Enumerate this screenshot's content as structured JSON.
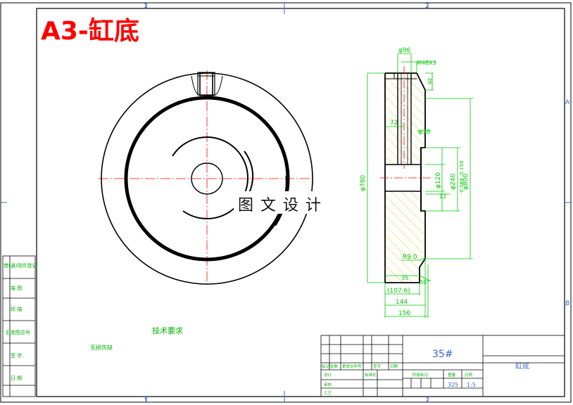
{
  "colors": {
    "line": "#000000",
    "center_line": "#ff0000",
    "dimension": "#00c800",
    "hatch": "#c8c800",
    "frame_blue": "#3c64c8",
    "title_red": "#ff0000",
    "watermark": "#111111"
  },
  "header": {
    "title": "A3-缸底"
  },
  "zone_markers": {
    "col_1": "1",
    "col_2": "2",
    "row_a": "A",
    "row_b": "B"
  },
  "watermark": {
    "text": "图文设计"
  },
  "dimensions": {
    "d96": "φ96",
    "m48": "M48X3",
    "d36v": "36",
    "d72": "72",
    "d38": "φ38",
    "d780": "φ780",
    "d120": "φ120",
    "d240": "φ240",
    "d800": "φ800",
    "d800_tol": "-0.088 -0.159",
    "d12": "12",
    "r90": "R9.0",
    "d35": "35",
    "d30": "30°",
    "d107": "(107.6)",
    "d144": "144",
    "d156": "156"
  },
  "notes": {
    "tech_heading": "技术要求",
    "tech_item": "无损伤缺"
  },
  "side_stamps": [
    "借(通)用件登记",
    "描 图",
    "校 描",
    "旧底图总号",
    "签 字",
    "日 期"
  ],
  "title_block": {
    "material": "35#",
    "part_name": "缸底",
    "weight": "325",
    "scale": "1:5",
    "small_labels": [
      "标记",
      "处数",
      "更改文件号",
      "签字",
      "日期",
      "设计",
      "标准化",
      "阶段标记",
      "重量",
      "比例",
      "审核",
      "工艺"
    ]
  }
}
